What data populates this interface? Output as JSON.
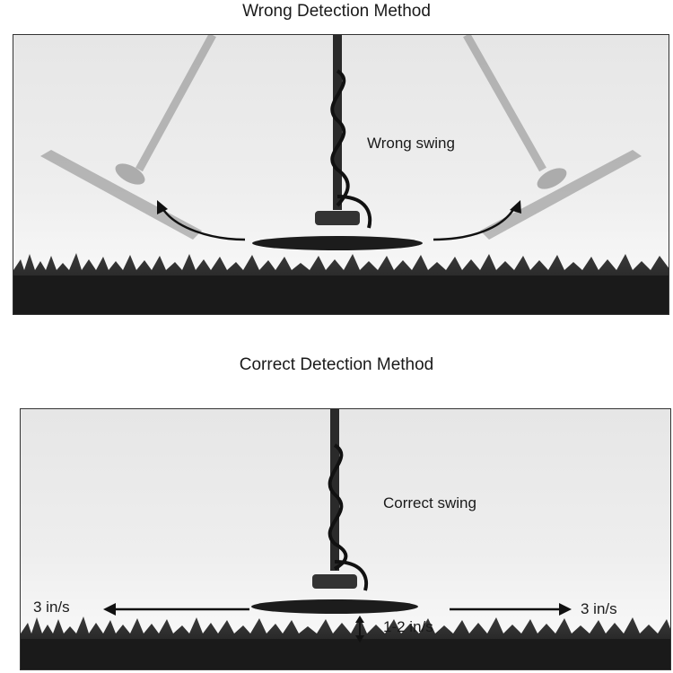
{
  "top_panel": {
    "title": "Wrong Detection Method",
    "swing_label": "Wrong swing"
  },
  "bottom_panel": {
    "title": "Correct Detection Method",
    "swing_label": "Correct swing",
    "left_speed": "3  in/s",
    "right_speed": "3 in/s",
    "height_label": "1-2 in/s"
  }
}
